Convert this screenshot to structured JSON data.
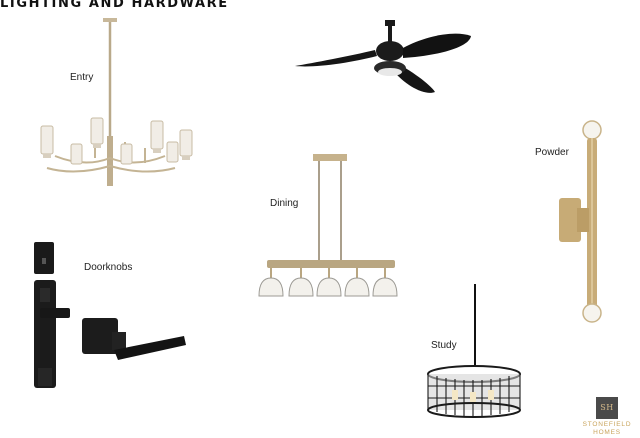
{
  "page": {
    "title": "LIGHTING AND HARDWARE"
  },
  "fixtures": {
    "entry": {
      "label": "Entry",
      "icon": "chandelier-icon"
    },
    "ceiling_fan": {
      "icon": "ceiling-fan-icon"
    },
    "powder": {
      "label": "Powder",
      "icon": "wall-sconce-icon"
    },
    "dining": {
      "label": "Dining",
      "icon": "linear-pendant-icon"
    },
    "doorknobs": {
      "label": "Doorknobs",
      "icon": "door-lever-icon"
    },
    "study": {
      "label": "Study",
      "icon": "drum-pendant-icon"
    }
  },
  "brand": {
    "monogram": "SH",
    "name": "STONEFIELD",
    "sub": "HOMES",
    "colors": {
      "gold": "#c9a45c",
      "box": "#4a4a4a"
    }
  }
}
